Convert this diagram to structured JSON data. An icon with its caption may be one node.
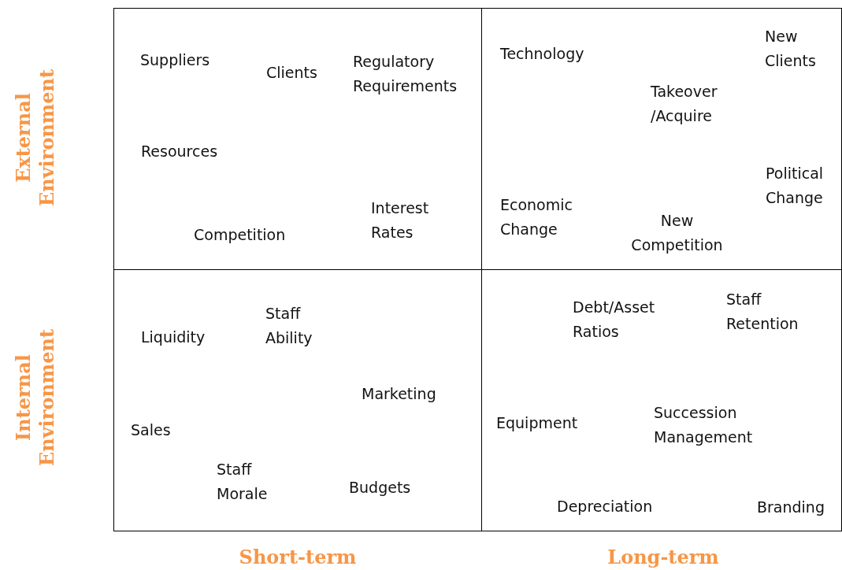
{
  "diagram": {
    "nodes": [
      {
        "text": [
          "Suppliers",
          "Clients",
          "Regulatory Requirements",
          "Resources",
          "Competition",
          "Interest Rates"
        ]
      },
      {
        "text": [
          "Technology",
          "New Clients",
          "Takeover /Acquire",
          "Political Change",
          "Economic Change",
          "New Competition"
        ]
      },
      {
        "text": [
          "Liquidity",
          "Staff Ability",
          "Marketing",
          "Sales",
          "Staff Morale",
          "Budgets"
        ]
      },
      {
        "text": [
          "Debt/Asset Ratios",
          "Staff Retention",
          "Equipment",
          "Succession Management",
          "Depreciation",
          "Branding"
        ]
      }
    ],
    "edges": [],
    "labels": [
      "External Environment",
      "Internal Environment",
      "Short-term",
      "Long-term"
    ]
  }
}
